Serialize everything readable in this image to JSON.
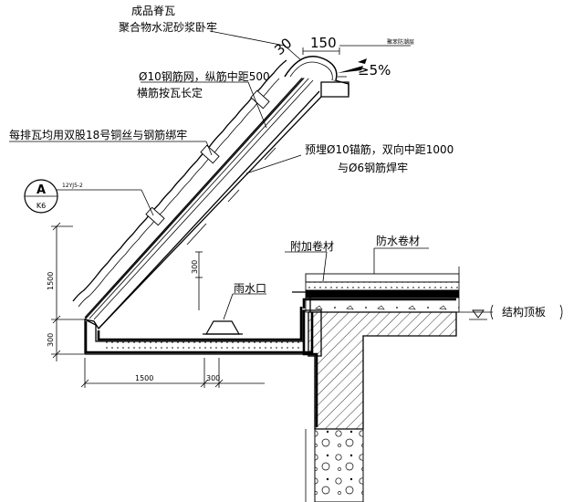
{
  "labels": {
    "ridge_tile_line1": "成品脊瓦",
    "ridge_tile_line2": "聚合物水泥砂浆卧牢",
    "mesh_line1": "Ø10钢筋网，纵筋中距500",
    "mesh_line2": "横筋按瓦长定",
    "tile_tie": "每排瓦均用双股18号铜丝与钢筋绑牢",
    "anchor_line1": "预埋Ø10锚筋，双向中距1000",
    "anchor_line2": "与Ø6钢筋焊牢",
    "extra_membrane": "附加卷材",
    "waterproof_membrane": "防水卷材",
    "rain_outlet": "雨水口",
    "structural_slab": "结构顶板",
    "top_label": "聚苯防潮层"
  },
  "detail_ref": {
    "top": "A",
    "bottom": "K6",
    "drawing": "12YJ5-2"
  },
  "dimensions": {
    "ridge_width": "150",
    "ridge_r": "30",
    "slope": "≥5%",
    "height_1500": "1500",
    "height_300": "300",
    "inner_300": "300",
    "width_1500": "1500",
    "width_300": "300"
  },
  "colors": {
    "ink": "#000000",
    "paper": "#ffffff"
  }
}
